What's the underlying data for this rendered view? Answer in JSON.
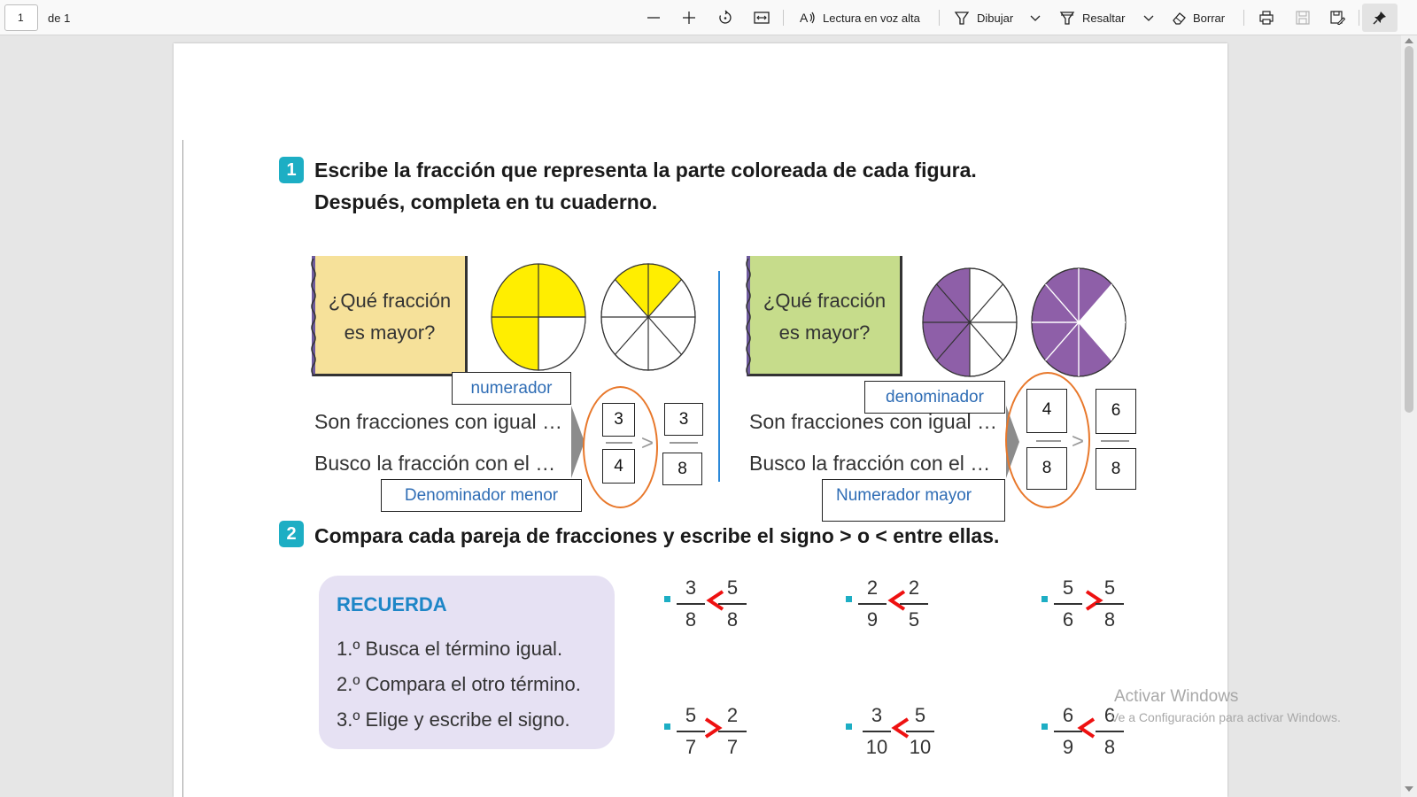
{
  "toolbar": {
    "page_number": "1",
    "page_of": "de 1",
    "read_aloud": "Lectura en voz alta",
    "draw": "Dibujar",
    "highlight": "Resaltar",
    "erase": "Borrar"
  },
  "exercise1": {
    "number": "1",
    "title_line1": "Escribe la fracción que representa la parte coloreada de cada figura.",
    "title_line2": "Después, completa en tu cuaderno.",
    "left": {
      "note_line1": "¿Qué fracción",
      "note_line2": "es mayor?",
      "line1": "Son fracciones con igual …",
      "line2": "Busco la fracción con el …",
      "label_top": "numerador",
      "label_bottom": "Denominador menor",
      "frac_a_num": "3",
      "frac_a_den": "4",
      "frac_b_num": "3",
      "frac_b_den": "8",
      "sign": ">"
    },
    "right": {
      "note_line1": "¿Qué fracción",
      "note_line2": "es mayor?",
      "line1": "Son fracciones con igual …",
      "line2": "Busco la fracción con el …",
      "label_top": "denominador",
      "label_bottom": "Numerador mayor",
      "frac_a_num": "4",
      "frac_a_den": "8",
      "frac_b_num": "6",
      "frac_b_den": "8",
      "sign": ">"
    }
  },
  "exercise2": {
    "number": "2",
    "title": "Compara cada pareja de fracciones y escribe el signo > o < entre ellas.",
    "recuerda_title": "RECUERDA",
    "recuerda_items": [
      "1.º  Busca el término igual.",
      "2.º  Compara el otro término.",
      "3.º  Elige y escribe el signo."
    ],
    "pairs": [
      {
        "a_num": "3",
        "a_den": "8",
        "b_num": "5",
        "b_den": "8",
        "sign": "<"
      },
      {
        "a_num": "2",
        "a_den": "9",
        "b_num": "2",
        "b_den": "5",
        "sign": "<"
      },
      {
        "a_num": "5",
        "a_den": "6",
        "b_num": "5",
        "b_den": "8",
        "sign": ">"
      },
      {
        "a_num": "5",
        "a_den": "7",
        "b_num": "2",
        "b_den": "7",
        "sign": ">"
      },
      {
        "a_num": "3",
        "a_den": "10",
        "b_num": "5",
        "b_den": "10",
        "sign": "<"
      },
      {
        "a_num": "6",
        "a_den": "9",
        "b_num": "6",
        "b_den": "8",
        "sign": "<"
      }
    ]
  },
  "watermark": {
    "line1": "Activar Windows",
    "line2": "Ve a Configuración para activar Windows."
  },
  "colors": {
    "yellow": "#ffee00",
    "purple": "#8e5fa8",
    "note_yellow": "#f6e19a",
    "note_green": "#c6dc8b",
    "accent_teal": "#1daec4",
    "annotation_red": "#ee1111"
  }
}
